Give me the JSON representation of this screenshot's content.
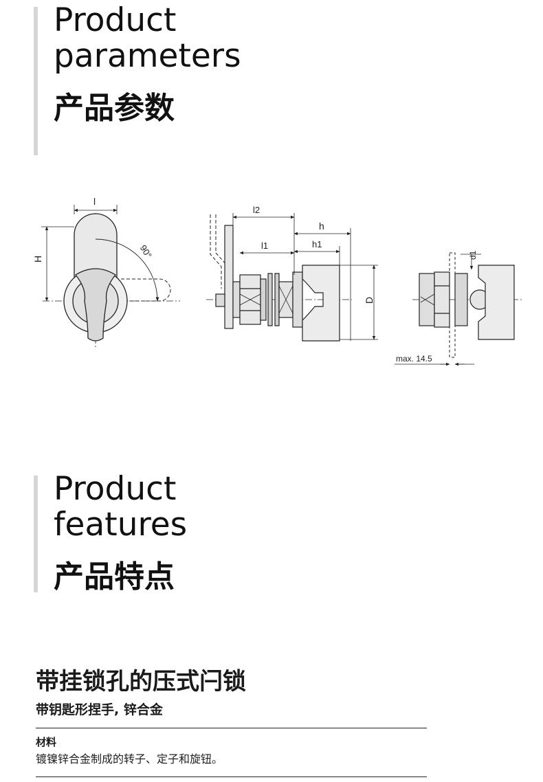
{
  "params": {
    "title_en_line1": "Product",
    "title_en_line2": "parameters",
    "title_cn": "产品参数"
  },
  "drawing": {
    "labels": {
      "l": "l",
      "H": "H",
      "angle": "90°",
      "l2": "l2",
      "h": "h",
      "l1": "l1",
      "h1": "h1",
      "D": "D",
      "d1": "d1",
      "max": "max. 14.5"
    }
  },
  "features": {
    "title_en_line1": "Product",
    "title_en_line2": "features",
    "title_cn": "产品特点"
  },
  "product": {
    "title": "带挂锁孔的压式闩锁",
    "subtitle": "带钥匙形捏手, 锌合金",
    "material_label": "材料",
    "material_text": "镀镍锌合金制成的转子、定子和旋钮。"
  }
}
